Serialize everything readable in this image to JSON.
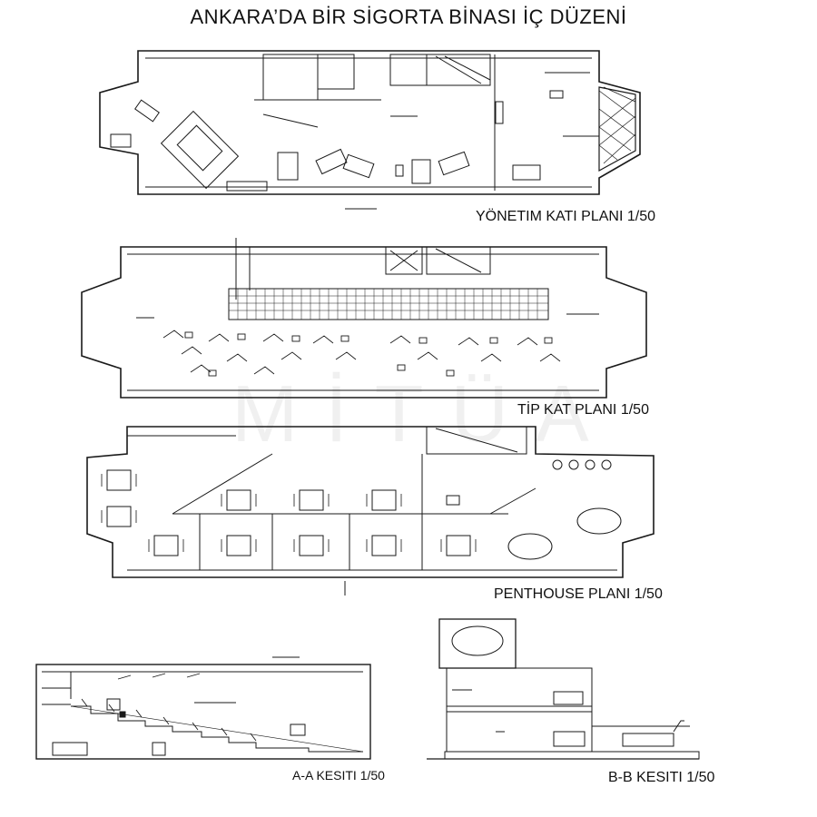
{
  "title": "ANKARA’DA BİR SİGORTA BİNASI İÇ DÜZENİ",
  "drawings": {
    "management_floor": "YÖNETIM KATI PLANI 1/50",
    "typical_floor": "TİP KAT PLANI 1/50",
    "penthouse": "PENTHOUSE PLANI 1/50",
    "section_aa": "A-A KESITI 1/50",
    "section_bb": "B-B KESITI 1/50"
  },
  "watermark": "MİTÜA",
  "colors": {
    "line": "#1a1a1a",
    "background": "#ffffff"
  }
}
